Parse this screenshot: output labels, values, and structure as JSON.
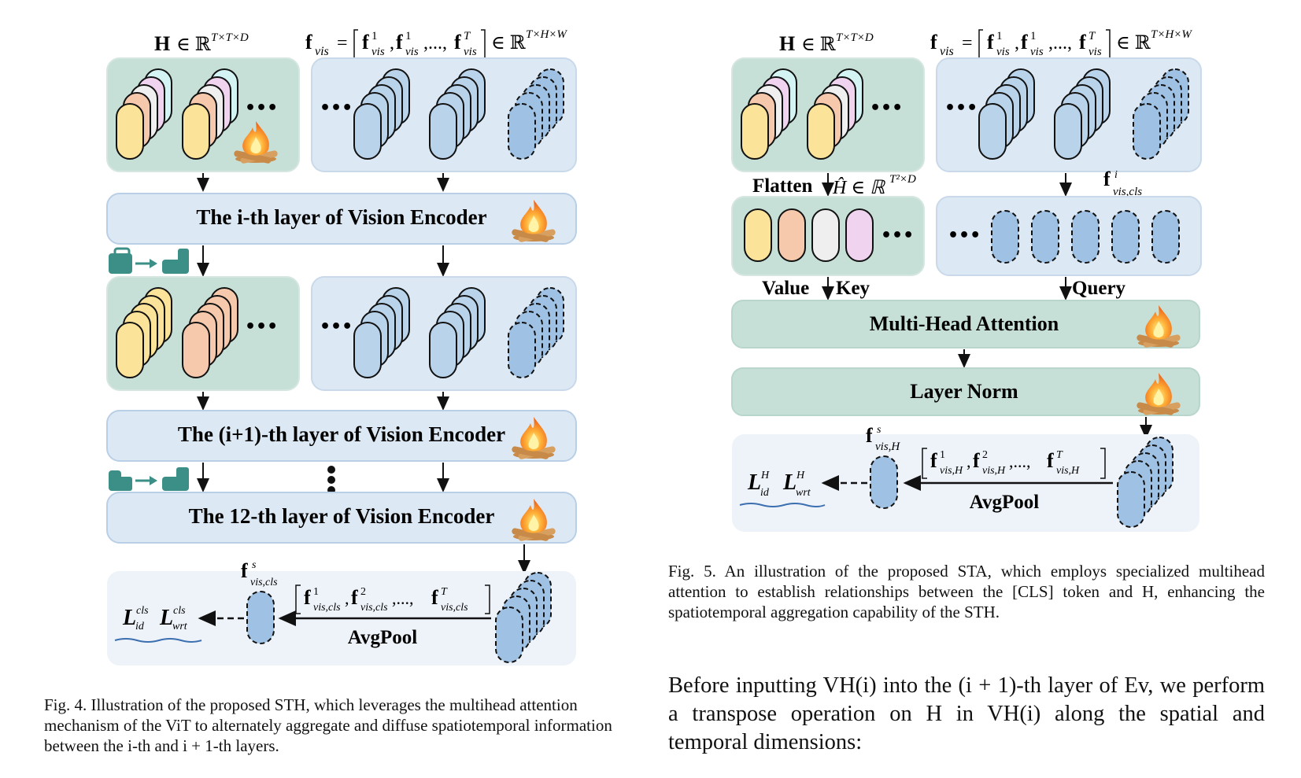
{
  "figure4": {
    "h_label": "H ∈ ℝ",
    "h_sup": "T×T×D",
    "fvis_label": "f",
    "fvis_sub": "vis",
    "fvis_eq": "= [ f",
    "fvis_set": "∈ ℝ",
    "fvis_sup": "T×H×W",
    "layer_i": "The i-th layer of Vision Encoder",
    "layer_i1": "The (i+1)-th layer of Vision Encoder",
    "layer_12": "The 12-th layer of Vision Encoder",
    "avgpool": "AvgPool",
    "fs_cls": "f",
    "fs_cls_sup": "s",
    "fs_cls_sub": "vis,cls",
    "loss_id": "L",
    "loss_id_sup": "cls",
    "loss_id_sub": "id",
    "loss_wrt": "L",
    "loss_wrt_sup": "cls",
    "loss_wrt_sub": "wrt",
    "ellipsis": "•••"
  },
  "figure5": {
    "flatten": "Flatten",
    "hhat": "Ĥ ∈ ℝ",
    "hhat_sup": "T²×D",
    "fi_cls": "f",
    "fi_sup": "i",
    "fi_sub": "vis,cls",
    "value": "Value",
    "key": "Key",
    "query": "Query",
    "mha": "Multi-Head Attention",
    "layer_norm": "Layer Norm",
    "avgpool": "AvgPool",
    "fs_h_sub": "vis,H",
    "loss_sup": "H"
  },
  "captions": {
    "fig4": "Fig. 4.  Illustration of the proposed STH, which leverages the multihead attention mechanism of the ViT to alternately aggregate and diffuse spatiotemporal information between the i-th and i + 1-th layers.",
    "fig5": "Fig. 5.  An illustration of the proposed STA, which employs specialized multihead attention to establish relationships between the [CLS] token and H, enhancing the spatiotemporal aggregation capability of the STH."
  },
  "body_text": "Before inputting VH(i) into the (i + 1)-th layer of Ev, we perform a transpose operation on H in VH(i) along the spatial and temporal dimensions:",
  "colors": {
    "green_panel": "#c6e0d8",
    "blue_panel": "#dce9f5",
    "yellow_token": "#fce39a",
    "salmon_token": "#f6c9ad",
    "pink_token": "#f0d3ee",
    "cyan_token": "#d4f4f4",
    "gray_token": "#efefef",
    "blue_token": "#b9d3ea",
    "dashed_token": "#9fc1e3",
    "accent_teal": "#3b8f86"
  }
}
